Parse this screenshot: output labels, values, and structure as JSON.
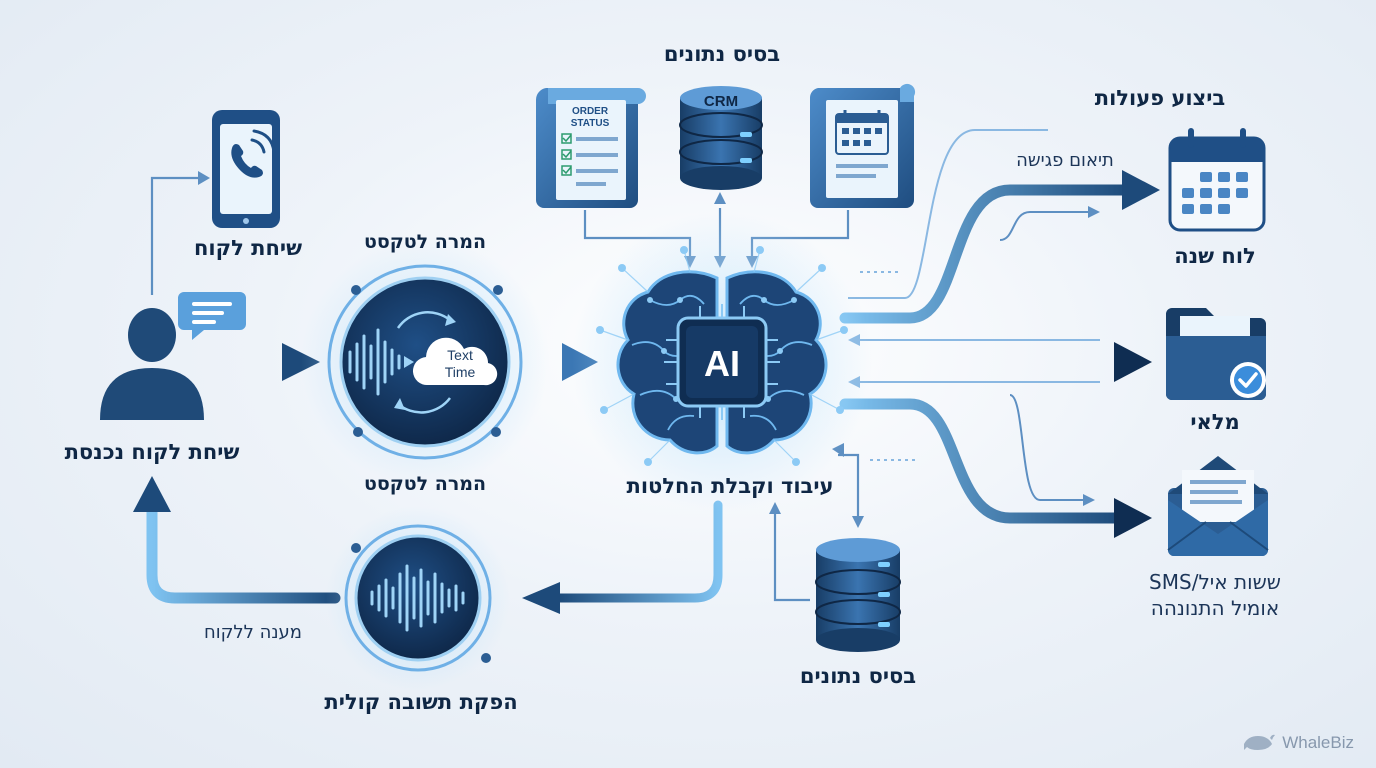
{
  "labels": {
    "database_top": "בסיס נתונים",
    "actions_title": "ביצוע פעולות",
    "customer_call": "שיחת לקוח",
    "stt_top": "המרה לטקסט",
    "stt_bottom": "המרה לטקסט",
    "incoming_call": "שיחת לקוח נכנסת",
    "processing": "עיבוד וקבלת החלטות",
    "calendar": "לוח שנה",
    "folder": "מלאי",
    "email_line1": "ששות איל/SMS",
    "email_line2": "אומיל התנונהה",
    "meeting": "תיאום פגישה",
    "reply_to_customer": "מענה ללקוח",
    "voice_response": "הפקת תשובה קולית",
    "database_bottom": "בסיס נתונים"
  },
  "icon_text": {
    "order_status_line1": "ORDER",
    "order_status_line2": "STATUS",
    "crm": "CRM",
    "cloud_line1": "Text",
    "cloud_line2": "Time",
    "ai_chip": "AI"
  },
  "watermark": "WhaleBiz",
  "icons": [
    "phone-icon",
    "chat-bubble-icon",
    "user-icon",
    "sound-wave-icon",
    "cloud-icon",
    "order-status-document-icon",
    "crm-database-icon",
    "calendar-document-icon",
    "ai-brain-icon",
    "calendar-icon",
    "folder-check-icon",
    "envelope-icon",
    "database-icon",
    "voice-wave-icon",
    "whale-icon"
  ],
  "colors": {
    "navy": "#0f2745",
    "primary": "#2b5d93",
    "accent": "#5aa9e6",
    "light_accent": "#9fd0f2",
    "background": "#edf2f8"
  }
}
